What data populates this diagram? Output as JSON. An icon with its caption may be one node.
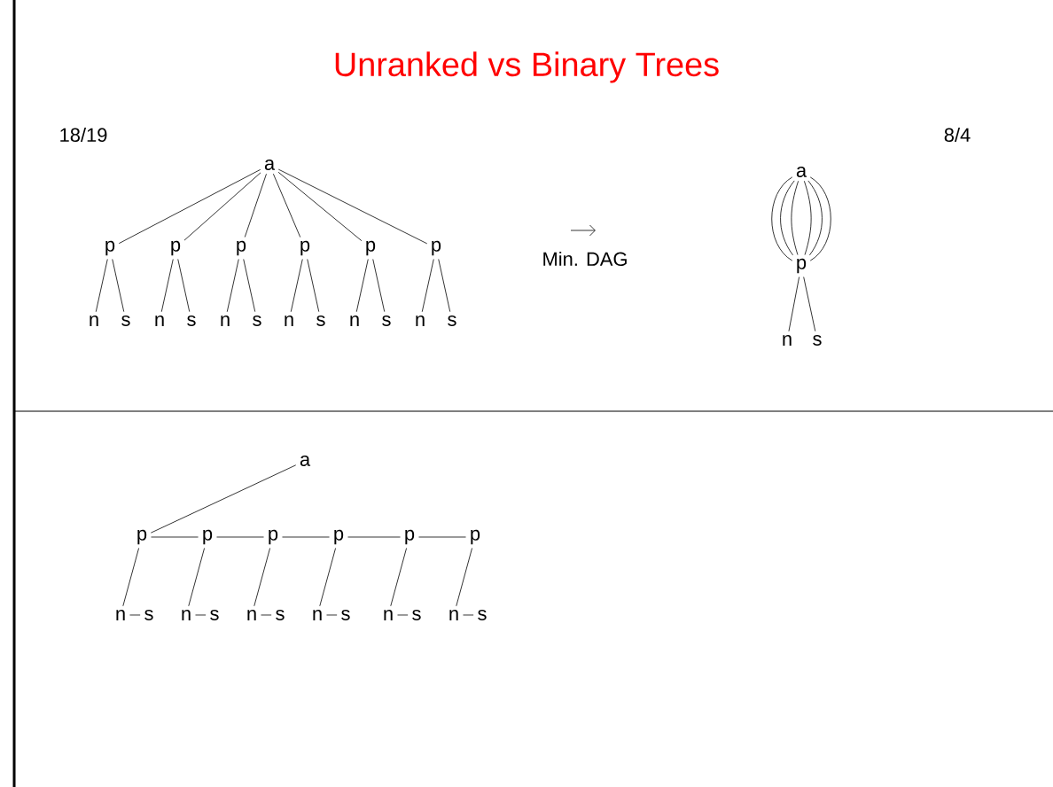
{
  "diagram": {
    "title": "Unranked vs Binary Trees",
    "nodes": [
      {
        "text": [
          "a"
        ]
      },
      {
        "text": [
          "p"
        ]
      },
      {
        "text": [
          "p"
        ]
      },
      {
        "text": [
          "p"
        ]
      },
      {
        "text": [
          "p"
        ]
      },
      {
        "text": [
          "p"
        ]
      },
      {
        "text": [
          "p"
        ]
      },
      {
        "text": [
          "n"
        ]
      },
      {
        "text": [
          "s"
        ]
      },
      {
        "text": [
          "n"
        ]
      },
      {
        "text": [
          "s"
        ]
      },
      {
        "text": [
          "n"
        ]
      },
      {
        "text": [
          "s"
        ]
      },
      {
        "text": [
          "n"
        ]
      },
      {
        "text": [
          "s"
        ]
      },
      {
        "text": [
          "n"
        ]
      },
      {
        "text": [
          "s"
        ]
      },
      {
        "text": [
          "n"
        ]
      },
      {
        "text": [
          "s"
        ]
      },
      {
        "text": [
          "a"
        ]
      },
      {
        "text": [
          "p"
        ]
      },
      {
        "text": [
          "n"
        ]
      },
      {
        "text": [
          "s"
        ]
      },
      {
        "text": [
          "a"
        ]
      },
      {
        "text": [
          "p"
        ]
      },
      {
        "text": [
          "p"
        ]
      },
      {
        "text": [
          "p"
        ]
      },
      {
        "text": [
          "p"
        ]
      },
      {
        "text": [
          "p"
        ]
      },
      {
        "text": [
          "p"
        ]
      },
      {
        "text": [
          "n"
        ]
      },
      {
        "text": [
          "s"
        ]
      },
      {
        "text": [
          "n"
        ]
      },
      {
        "text": [
          "s"
        ]
      },
      {
        "text": [
          "n"
        ]
      },
      {
        "text": [
          "s"
        ]
      },
      {
        "text": [
          "n"
        ]
      },
      {
        "text": [
          "s"
        ]
      },
      {
        "text": [
          "n"
        ]
      },
      {
        "text": [
          "s"
        ]
      },
      {
        "text": [
          "n"
        ]
      },
      {
        "text": [
          "s"
        ]
      }
    ],
    "edges": [
      {
        "from": 0,
        "to": 1,
        "arrow": "none"
      },
      {
        "from": 0,
        "to": 2,
        "arrow": "none"
      },
      {
        "from": 0,
        "to": 3,
        "arrow": "none"
      },
      {
        "from": 0,
        "to": 4,
        "arrow": "none"
      },
      {
        "from": 0,
        "to": 5,
        "arrow": "none"
      },
      {
        "from": 0,
        "to": 6,
        "arrow": "none"
      },
      {
        "from": 1,
        "to": 7,
        "arrow": "none"
      },
      {
        "from": 1,
        "to": 8,
        "arrow": "none"
      },
      {
        "from": 2,
        "to": 9,
        "arrow": "none"
      },
      {
        "from": 2,
        "to": 10,
        "arrow": "none"
      },
      {
        "from": 3,
        "to": 11,
        "arrow": "none"
      },
      {
        "from": 3,
        "to": 12,
        "arrow": "none"
      },
      {
        "from": 4,
        "to": 13,
        "arrow": "none"
      },
      {
        "from": 4,
        "to": 14,
        "arrow": "none"
      },
      {
        "from": 5,
        "to": 15,
        "arrow": "none"
      },
      {
        "from": 5,
        "to": 16,
        "arrow": "none"
      },
      {
        "from": 6,
        "to": 17,
        "arrow": "none"
      },
      {
        "from": 6,
        "to": 18,
        "arrow": "none"
      },
      {
        "from": 19,
        "to": 20,
        "arrow": "none"
      },
      {
        "from": 19,
        "to": 20,
        "arrow": "none"
      },
      {
        "from": 19,
        "to": 20,
        "arrow": "none"
      },
      {
        "from": 19,
        "to": 20,
        "arrow": "none"
      },
      {
        "from": 19,
        "to": 20,
        "arrow": "none"
      },
      {
        "from": 19,
        "to": 20,
        "arrow": "none"
      },
      {
        "from": 20,
        "to": 21,
        "arrow": "none"
      },
      {
        "from": 20,
        "to": 22,
        "arrow": "none"
      },
      {
        "from": 23,
        "to": 24,
        "arrow": "none"
      },
      {
        "from": 24,
        "to": 25,
        "arrow": "none"
      },
      {
        "from": 25,
        "to": 26,
        "arrow": "none"
      },
      {
        "from": 26,
        "to": 27,
        "arrow": "none"
      },
      {
        "from": 27,
        "to": 28,
        "arrow": "none"
      },
      {
        "from": 28,
        "to": 29,
        "arrow": "none"
      },
      {
        "from": 24,
        "to": 30,
        "arrow": "none"
      },
      {
        "from": 25,
        "to": 32,
        "arrow": "none"
      },
      {
        "from": 26,
        "to": 34,
        "arrow": "none"
      },
      {
        "from": 27,
        "to": 36,
        "arrow": "none"
      },
      {
        "from": 28,
        "to": 38,
        "arrow": "none"
      },
      {
        "from": 29,
        "to": 40,
        "arrow": "none"
      },
      {
        "from": 30,
        "to": 31,
        "arrow": "none"
      },
      {
        "from": 32,
        "to": 33,
        "arrow": "none"
      },
      {
        "from": 34,
        "to": 35,
        "arrow": "none"
      },
      {
        "from": 36,
        "to": 37,
        "arrow": "none"
      },
      {
        "from": 38,
        "to": 39,
        "arrow": "none"
      },
      {
        "from": 40,
        "to": 41,
        "arrow": "none"
      }
    ],
    "labels": [
      "18/19",
      "8/4",
      "Min. DAG"
    ]
  }
}
